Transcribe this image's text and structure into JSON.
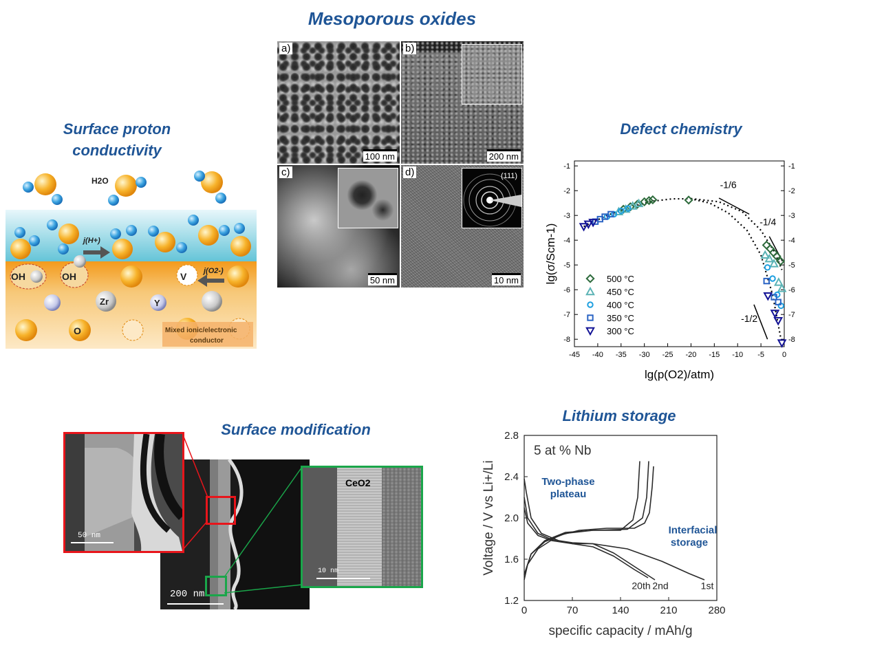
{
  "titles": {
    "mesoporous": "Mesoporous oxides",
    "proton": [
      "Surface proton",
      "conductivity"
    ],
    "defect": "Defect chemistry",
    "surface_mod": "Surface modification",
    "lithium": "Lithium storage"
  },
  "micrographs": {
    "a": {
      "label": "a)",
      "scale": "100 nm"
    },
    "b": {
      "label": "b)",
      "scale": "200 nm"
    },
    "c": {
      "label": "c)",
      "scale": "50 nm"
    },
    "d": {
      "label": "d)",
      "scale": "10 nm",
      "diffraction": "(111)"
    }
  },
  "proton_schematic": {
    "h2o": "H2O",
    "jH": "j(H+)",
    "jO": "j(O2-)",
    "oh1": "OH",
    "oh2": "OH",
    "vo": "V",
    "zr": "Zr",
    "y": "Y",
    "oo": "O",
    "box": [
      "Mixed ionic/electronic",
      "conductor"
    ]
  },
  "tem": {
    "scale_main": "200 nm",
    "scale_red": "50 nm",
    "scale_green": "10 nm",
    "ceo2": "CeO2",
    "colors": {
      "red": "#e8151b",
      "green": "#1aa64a"
    }
  },
  "chart_data": [
    {
      "type": "scatter",
      "title": "Defect chemistry",
      "xlabel": "lg(p(O2)/atm)",
      "ylabel": "lg(σ/Scm-1)",
      "xlim": [
        -45,
        0
      ],
      "ylim": [
        -8.3,
        -0.8
      ],
      "x_ticks": [
        -45,
        -40,
        -35,
        -30,
        -25,
        -20,
        -15,
        -10,
        -5,
        0
      ],
      "y_ticks": [
        -1,
        -2,
        -3,
        -4,
        -5,
        -6,
        -7,
        -8
      ],
      "slope_labels": [
        "-1/6",
        "-1/4",
        "-1/2"
      ],
      "series": [
        {
          "name": "500 °C",
          "marker": "diamond",
          "color": "#2e6b3c",
          "x": [
            -34.5,
            -33,
            -31.5,
            -30,
            -29,
            -28.2,
            -20.5,
            -3.8,
            -3,
            -2.3,
            -1.6,
            -0.8
          ],
          "y": [
            -2.75,
            -2.65,
            -2.55,
            -2.45,
            -2.4,
            -2.37,
            -2.38,
            -4.2,
            -4.35,
            -4.5,
            -4.65,
            -4.85
          ]
        },
        {
          "name": "450 °C",
          "marker": "triangle",
          "color": "#5bb3b5",
          "x": [
            -35.5,
            -34,
            -32.5,
            -31.2,
            -4.1,
            -3.2,
            -2.2,
            -1.2,
            -0.5
          ],
          "y": [
            -2.85,
            -2.75,
            -2.62,
            -2.52,
            -4.6,
            -4.75,
            -4.95,
            -5.7,
            -5.95
          ]
        },
        {
          "name": "400 °C",
          "marker": "circle",
          "color": "#1fa0e0",
          "x": [
            -38,
            -36.5,
            -35,
            -33.5,
            -3.6,
            -2.5,
            -1.5,
            -0.7
          ],
          "y": [
            -3.05,
            -2.95,
            -2.82,
            -2.72,
            -5.1,
            -5.55,
            -6.2,
            -6.65
          ]
        },
        {
          "name": "350 °C",
          "marker": "square",
          "color": "#2b64c4",
          "x": [
            -40.5,
            -39.5,
            -38.5,
            -37.2,
            -3.8,
            -2.2,
            -1.3
          ],
          "y": [
            -3.25,
            -3.15,
            -3.05,
            -2.95,
            -5.65,
            -6.3,
            -6.5
          ]
        },
        {
          "name": "300 °C",
          "marker": "triangle-down",
          "color": "#141496",
          "x": [
            -43,
            -42,
            -41,
            -3.5,
            -2,
            -1.3,
            -0.5
          ],
          "y": [
            -3.45,
            -3.35,
            -3.28,
            -6.25,
            -6.95,
            -7.25,
            -8.15
          ]
        }
      ]
    },
    {
      "type": "line",
      "title": "Lithium storage",
      "annotation": "5 at % Nb",
      "xlabel": "specific capacity / mAh/g",
      "ylabel": "Voltage / V vs Li+/Li",
      "xlim": [
        0,
        280
      ],
      "ylim": [
        1.2,
        2.8
      ],
      "x_ticks": [
        0,
        70,
        140,
        210,
        280
      ],
      "y_ticks": [
        1.2,
        1.6,
        2.0,
        2.4,
        2.8
      ],
      "callouts": {
        "plateau": [
          "Two-phase",
          "plateau"
        ],
        "interfacial": [
          "Interfacial",
          "storage"
        ]
      },
      "cycle_labels": [
        "20th",
        "2nd",
        "1st"
      ],
      "series": [
        {
          "name": "1st discharge",
          "x": [
            0,
            3,
            10,
            25,
            50,
            70,
            100,
            150,
            200,
            240,
            262
          ],
          "y": [
            2.38,
            2.25,
            2.0,
            1.85,
            1.78,
            1.75,
            1.75,
            1.7,
            1.58,
            1.46,
            1.4
          ]
        },
        {
          "name": "1st charge",
          "x": [
            0,
            5,
            20,
            50,
            80,
            120,
            160,
            175,
            182,
            186,
            188
          ],
          "y": [
            1.4,
            1.55,
            1.7,
            1.83,
            1.88,
            1.9,
            1.9,
            1.95,
            2.05,
            2.3,
            2.5
          ]
        },
        {
          "name": "2nd discharge",
          "x": [
            0,
            5,
            20,
            40,
            70,
            100,
            130,
            160,
            190
          ],
          "y": [
            2.2,
            2.0,
            1.85,
            1.79,
            1.76,
            1.75,
            1.66,
            1.53,
            1.4
          ]
        },
        {
          "name": "2nd charge",
          "x": [
            0,
            10,
            30,
            60,
            100,
            150,
            172,
            178,
            181
          ],
          "y": [
            1.45,
            1.65,
            1.77,
            1.85,
            1.88,
            1.89,
            2.0,
            2.2,
            2.55
          ]
        },
        {
          "name": "20th discharge",
          "x": [
            0,
            5,
            20,
            40,
            70,
            100,
            130,
            160,
            180
          ],
          "y": [
            2.1,
            1.95,
            1.83,
            1.78,
            1.75,
            1.72,
            1.63,
            1.5,
            1.42
          ]
        },
        {
          "name": "20th charge",
          "x": [
            0,
            10,
            30,
            60,
            100,
            140,
            158,
            165,
            168
          ],
          "y": [
            1.45,
            1.65,
            1.78,
            1.86,
            1.88,
            1.88,
            1.98,
            2.2,
            2.55
          ]
        }
      ]
    }
  ]
}
